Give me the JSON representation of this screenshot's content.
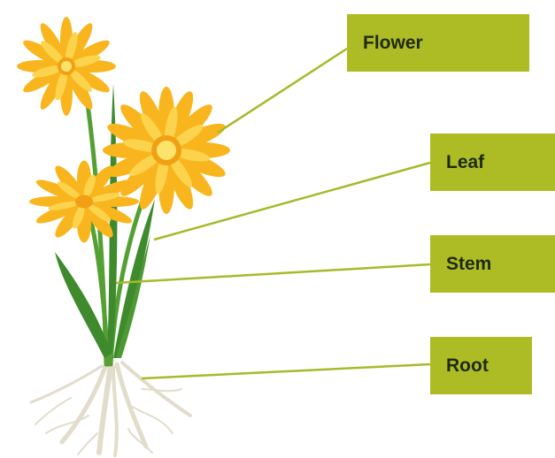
{
  "labels": {
    "flower": "Flower",
    "leaf": "Leaf",
    "stem": "Stem",
    "root": "Root"
  },
  "colors": {
    "label_box": "#adbc24",
    "leader_line": "#a8b92a",
    "petal": "#f9b51d",
    "petal_light": "#fcd34d",
    "flower_center": "#fce36b",
    "stem": "#55a033",
    "leaf": "#3e8a2c",
    "root": "#e9e4d6"
  }
}
